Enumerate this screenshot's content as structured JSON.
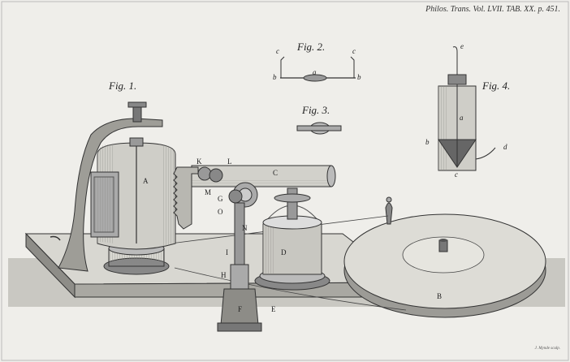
{
  "header": {
    "reference": "Philos. Trans. Vol. LVII. TAB. XX. p. 451."
  },
  "figure_labels": {
    "fig1": "Fig. 1.",
    "fig2": "Fig. 2.",
    "fig3": "Fig. 3.",
    "fig4": "Fig. 4."
  },
  "fig2_letters": {
    "c_left": "c",
    "c_right": "c",
    "b_left": "b",
    "b_right": "b",
    "a": "a"
  },
  "fig4_letters": {
    "e": "e",
    "a": "a",
    "b": "b",
    "c": "c",
    "d": "d"
  },
  "fig1_letters": {
    "A": "A",
    "B": "B",
    "C": "C",
    "D": "D",
    "E": "E",
    "F": "F",
    "G": "G",
    "H": "H",
    "I": "I",
    "K": "K",
    "L": "L",
    "M": "M",
    "N": "N",
    "O": "O"
  },
  "signature": "J. Mynde sculp."
}
